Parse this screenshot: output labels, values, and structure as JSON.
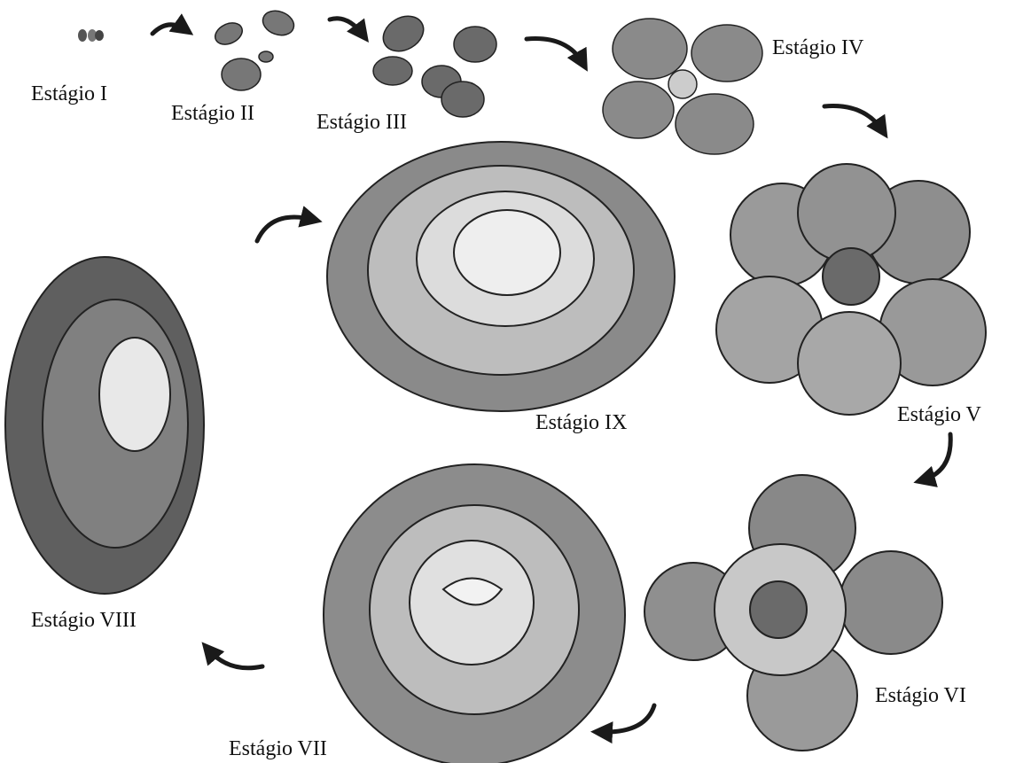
{
  "diagram": {
    "stages": [
      {
        "id": "I",
        "label": "Estágio I"
      },
      {
        "id": "II",
        "label": "Estágio II"
      },
      {
        "id": "III",
        "label": "Estágio III"
      },
      {
        "id": "IV",
        "label": "Estágio IV"
      },
      {
        "id": "V",
        "label": "Estágio V"
      },
      {
        "id": "VI",
        "label": "Estágio VI"
      },
      {
        "id": "VII",
        "label": "Estágio VII"
      },
      {
        "id": "VIII",
        "label": "Estágio VIII"
      },
      {
        "id": "IX",
        "label": "Estágio IX"
      }
    ],
    "colors": {
      "ink": "#1a1a1a",
      "leaf_light": "#e6e6e6",
      "leaf_mid": "#9a9a9a",
      "background": "#ffffff"
    },
    "icons": [
      "cabbage-illustration",
      "curved-arrow-icon"
    ]
  }
}
